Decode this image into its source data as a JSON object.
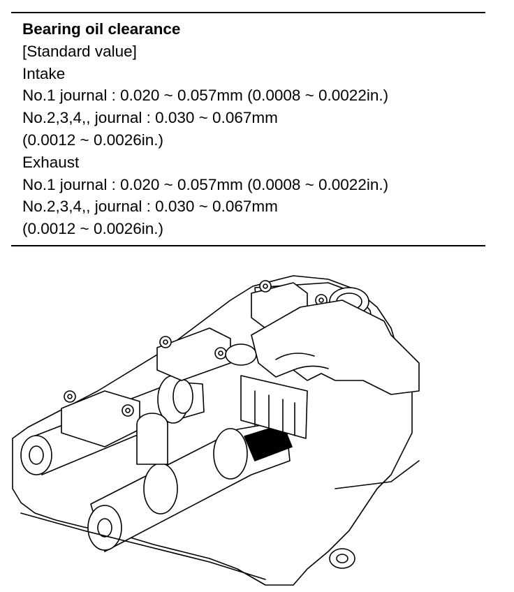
{
  "spec": {
    "title": "Bearing oil clearance",
    "standard_label": "[Standard value]",
    "intake": {
      "heading": "Intake",
      "no1": "No.1 journal : 0.020 ~ 0.057mm (0.0008 ~ 0.0022in.)",
      "no234": "No.2,3,4,, journal :  0.030 ~ 0.067mm",
      "no234_in": "(0.0012 ~ 0.0026in.)"
    },
    "exhaust": {
      "heading": "Exhaust",
      "no1": "No.1 journal : 0.020 ~ 0.057mm (0.0008 ~ 0.0022in.)",
      "no234": "No.2,3,4,, journal :  0.030 ~ 0.067mm",
      "no234_in": "(0.0012 ~ 0.0026in.)"
    }
  },
  "figure": {
    "subject": "camshaft-bearing-clearance-check-with-plastigage",
    "line_color": "#000000",
    "fill_color": "#ffffff"
  }
}
